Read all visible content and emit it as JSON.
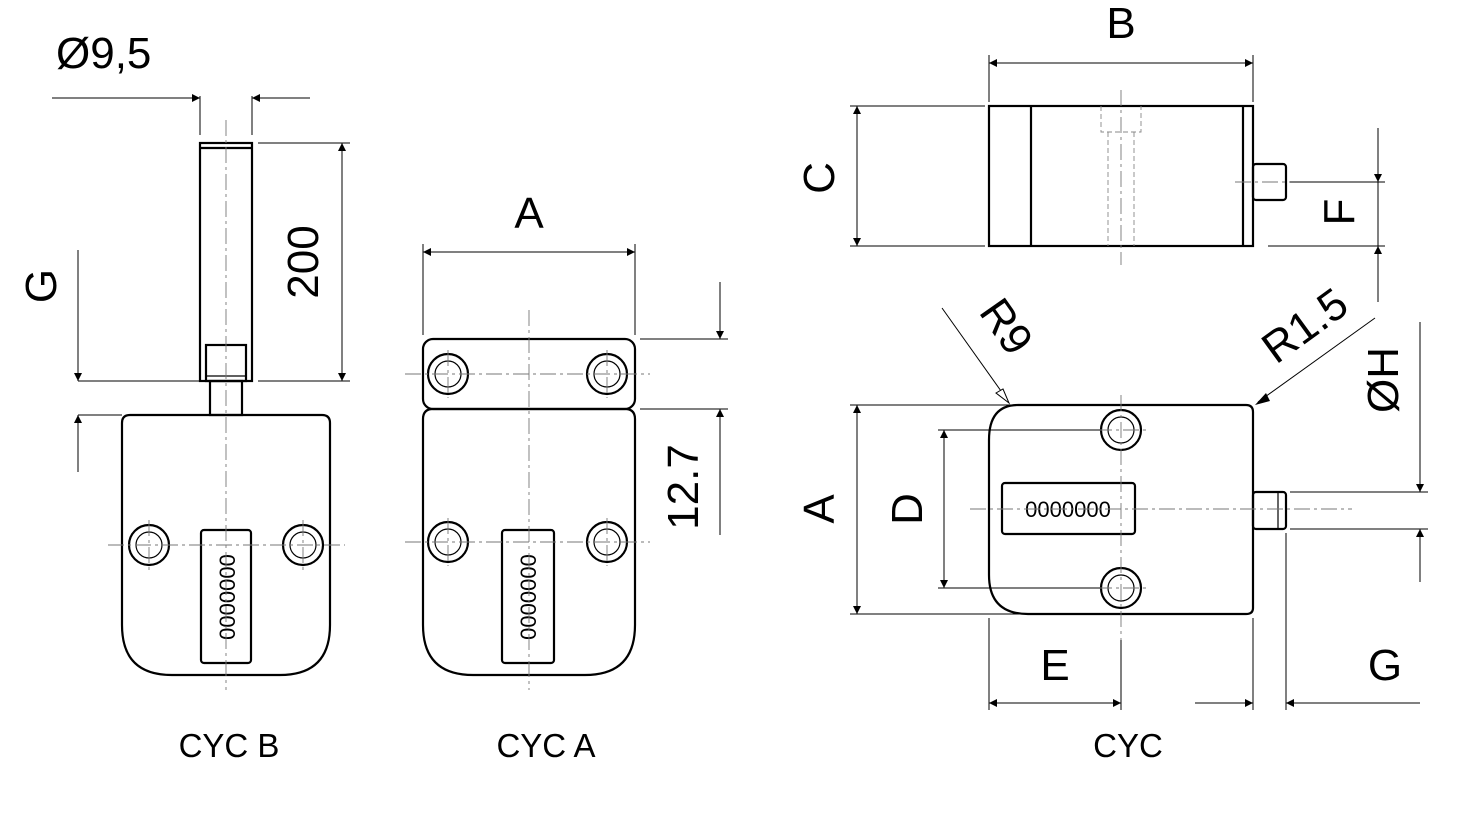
{
  "views": {
    "cyc_b": {
      "caption": "CYC B",
      "serial": "0000000",
      "dim_diameter": "Ø9,5",
      "dim_length": "200",
      "dim_g": "G"
    },
    "cyc_a": {
      "caption": "CYC A",
      "serial": "0000000",
      "dim_a": "A",
      "dim_height": "12.7"
    },
    "cyc": {
      "caption": "CYC",
      "serial": "0000000",
      "dim_b": "B",
      "dim_c": "C",
      "dim_f": "F",
      "dim_r9": "R9",
      "dim_r15": "R1.5",
      "dim_oh": "ØH",
      "dim_a": "A",
      "dim_d": "D",
      "dim_e": "E",
      "dim_g": "G"
    }
  },
  "colors": {
    "line": "#000000",
    "centerline": "#777777",
    "background": "#ffffff"
  }
}
